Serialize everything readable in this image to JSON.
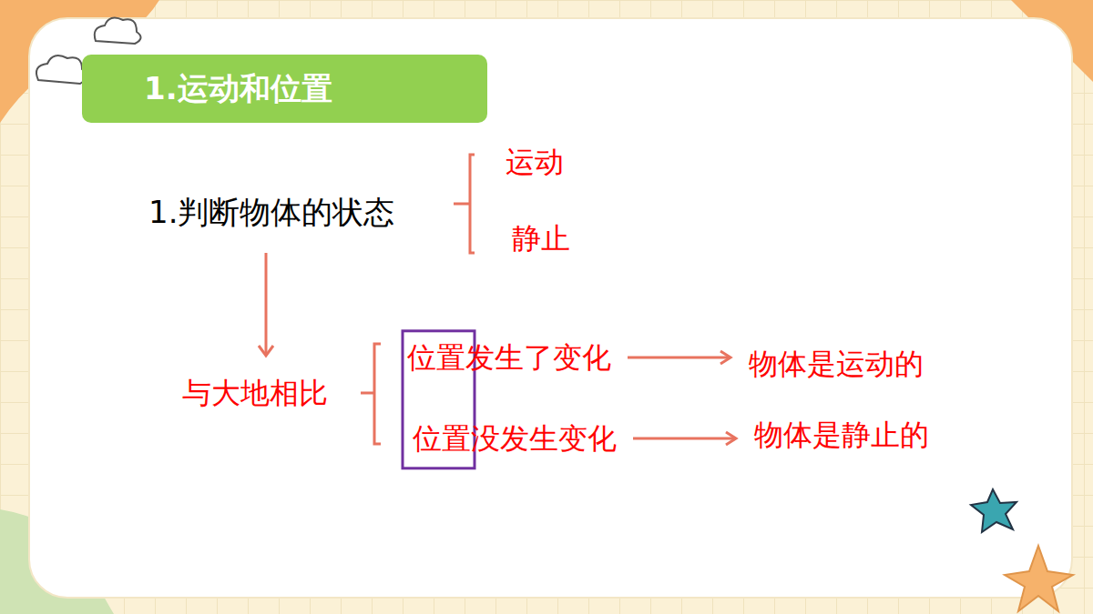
{
  "diagram": {
    "title": "1.运动和位置",
    "labels": [
      "1.判断物体的状态",
      "运动",
      "静止",
      "与大地相比",
      "位置发生了变化",
      "位置没发生变化",
      "物体是运动的",
      "物体是静止的"
    ]
  }
}
